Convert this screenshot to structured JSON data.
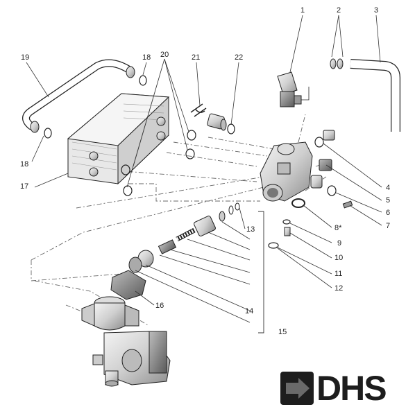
{
  "callouts": {
    "c1": "1",
    "c2": "2",
    "c3": "3",
    "c4": "4",
    "c5": "5",
    "c6": "6",
    "c7": "7",
    "c8": "8*",
    "c9": "9",
    "c10": "10",
    "c11": "11",
    "c12": "12",
    "c13": "13",
    "c14": "14",
    "c15": "15",
    "c16": "16",
    "c17": "17",
    "c18a": "18",
    "c18b": "18",
    "c19": "19",
    "c20": "20",
    "c21": "21",
    "c22": "22"
  },
  "logo": {
    "text": "DHS",
    "brand_color": "#1d1d1d",
    "arrow_color": "#555555"
  }
}
